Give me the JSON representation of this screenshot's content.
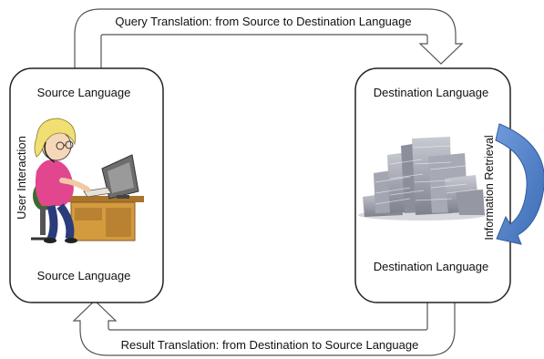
{
  "diagram": {
    "top_arrow_label": "Query Translation: from Source to Destination Language",
    "bottom_arrow_label": "Result Translation: from Destination to Source Language",
    "left_box": {
      "top_label": "Source Language",
      "bottom_label": "Source Language",
      "side_label": "User Interaction",
      "image": "woman-at-computer-illustration"
    },
    "right_box": {
      "top_label": "Destination Language",
      "bottom_label": "Destination Language",
      "side_label": "Information Retrieval",
      "image": "stack-of-documents-illustration"
    },
    "colors": {
      "box_border": "#222222",
      "arrow_outline": "#555555",
      "retrieval_arrow": "#4a7cc6"
    }
  }
}
